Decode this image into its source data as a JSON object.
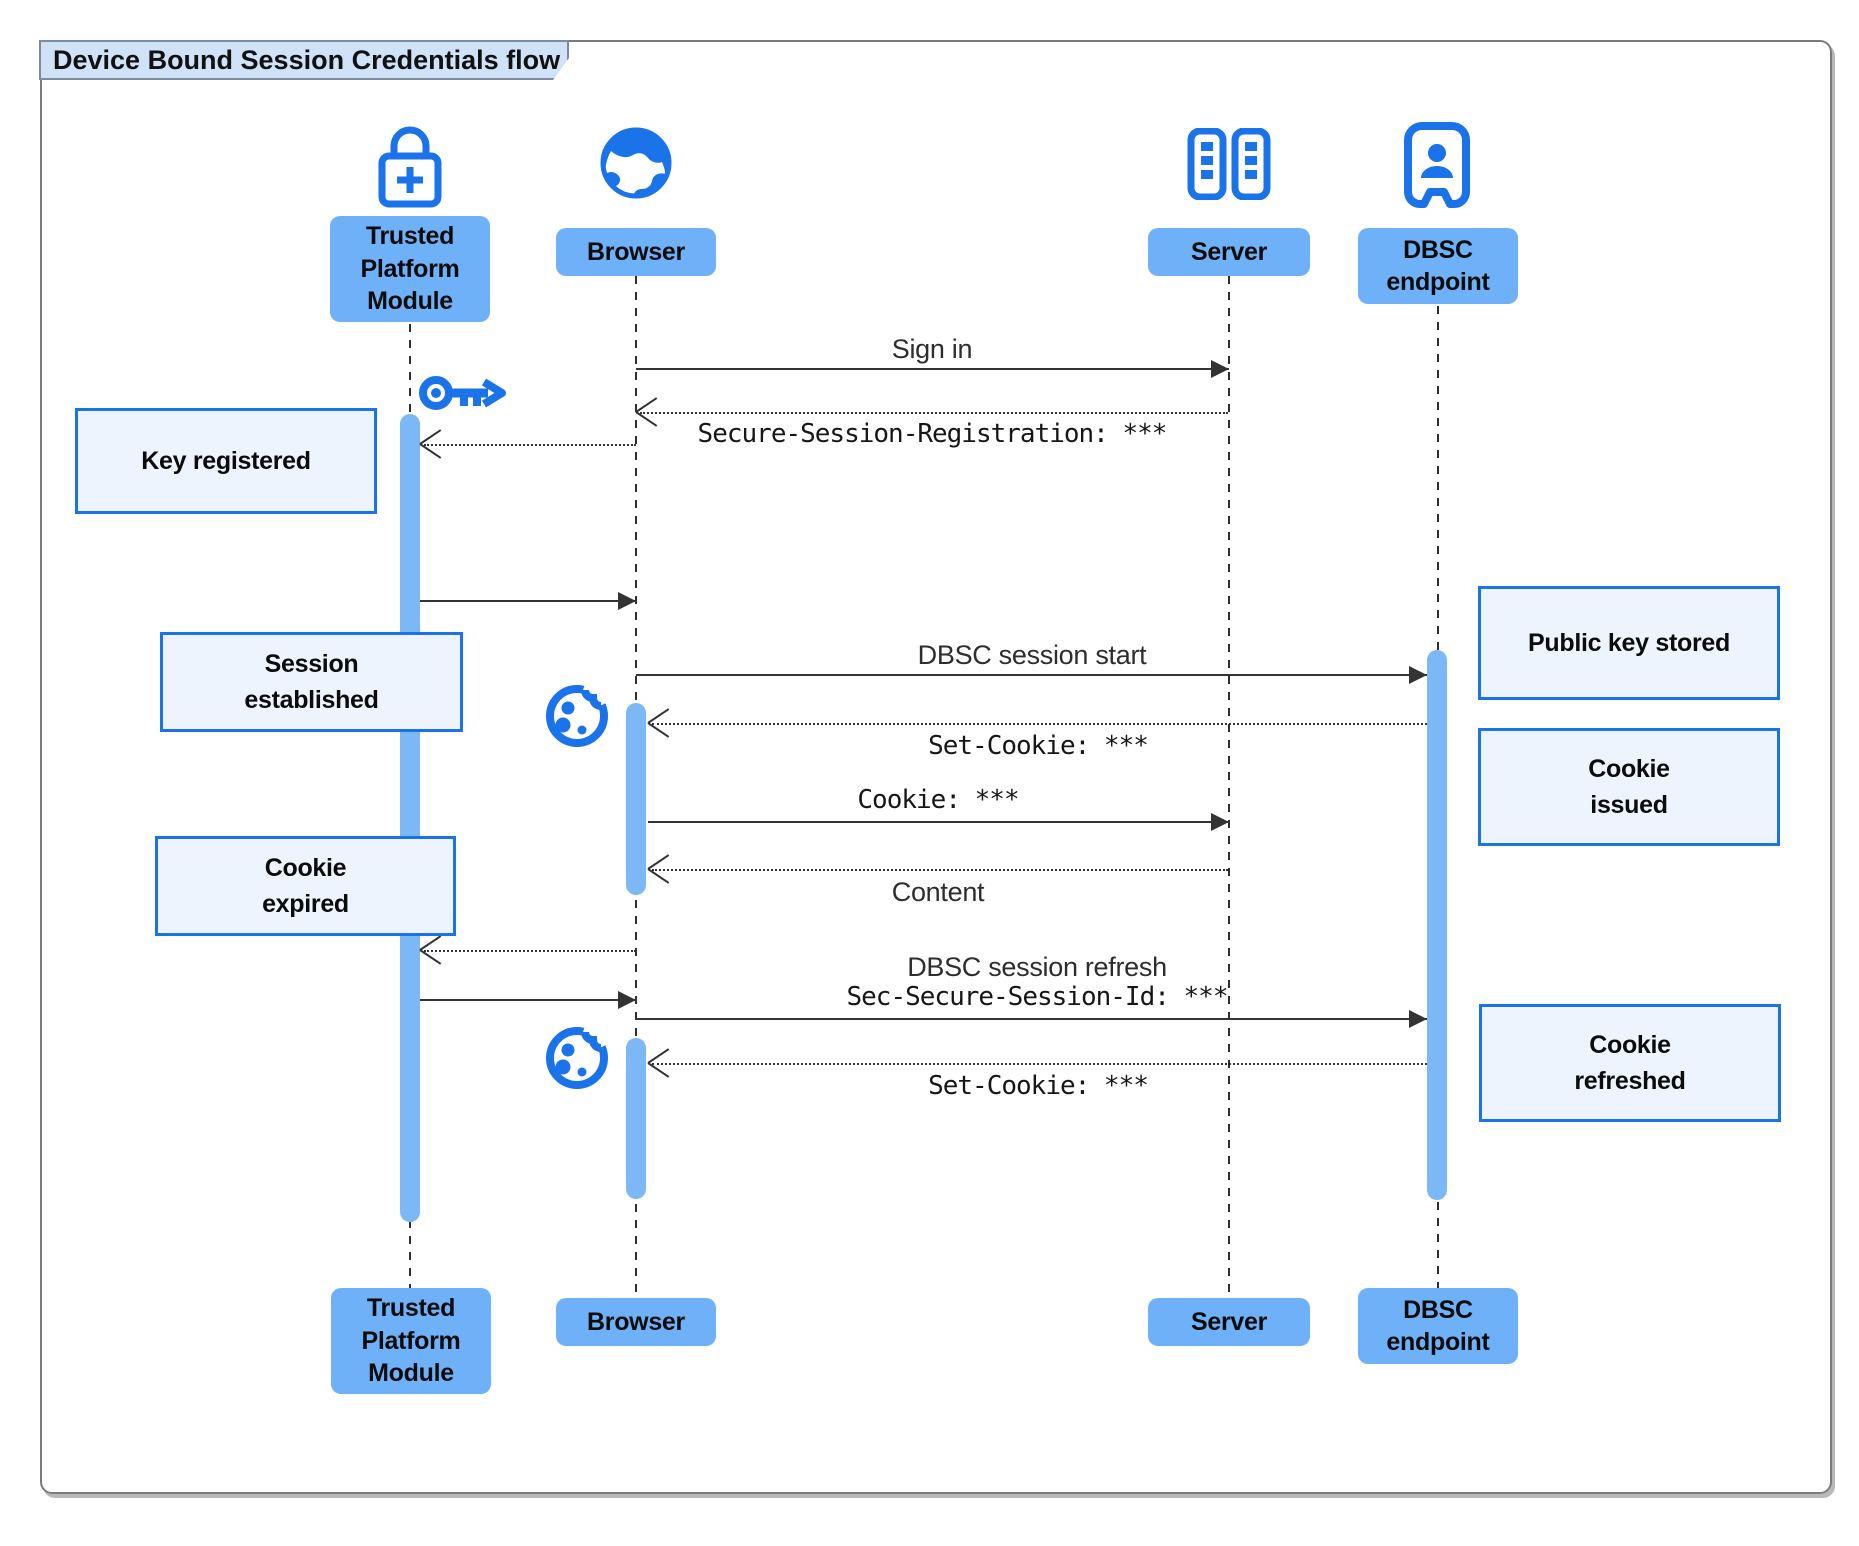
{
  "title": "Device Bound Session Credentials flow",
  "diagram_type": "sequence",
  "colors": {
    "icon_blue": "#1a73e8",
    "actor_box_blue": "#6fb1f8",
    "activation_bar_blue": "#7cb8f6",
    "note_fill": "#edf4fd",
    "note_border": "#1a73e8",
    "title_tab_fill": "#cfe2f8",
    "line_color": "#333333",
    "frame_border": "#7b7b7b"
  },
  "actors": [
    {
      "id": "tpm",
      "label": "Trusted\nPlatform\nModule",
      "name": "Trusted Platform Module",
      "icon": "lock-plus-icon"
    },
    {
      "id": "browser",
      "label": "Browser",
      "name": "Browser",
      "icon": "globe-icon"
    },
    {
      "id": "server",
      "label": "Server",
      "name": "Server",
      "icon": "server-racks-icon"
    },
    {
      "id": "dbsc",
      "label": "DBSC\nendpoint",
      "name": "DBSC endpoint",
      "icon": "badge-person-icon"
    }
  ],
  "messages": [
    {
      "from": "Browser",
      "to": "Server",
      "style": "solid",
      "label": "Sign in"
    },
    {
      "from": "Server",
      "to": "Browser",
      "style": "dotted",
      "label": "Secure-Session-Registration: ***",
      "mono": true
    },
    {
      "from": "Browser",
      "to": "Trusted Platform Module",
      "style": "dotted",
      "label": ""
    },
    {
      "from": "Trusted Platform Module",
      "to": "Browser",
      "style": "solid",
      "label": ""
    },
    {
      "from": "Browser",
      "to": "DBSC endpoint",
      "style": "solid",
      "label": "DBSC session start"
    },
    {
      "from": "DBSC endpoint",
      "to": "Browser",
      "style": "dotted",
      "label": "Set-Cookie: ***",
      "mono": true
    },
    {
      "from": "Browser",
      "to": "Server",
      "style": "solid",
      "label": "Cookie: ***",
      "mono": true
    },
    {
      "from": "Server",
      "to": "Browser",
      "style": "dotted",
      "label": "Content"
    },
    {
      "from": "Browser",
      "to": "Trusted Platform Module",
      "style": "dotted",
      "label": ""
    },
    {
      "from": "Trusted Platform Module",
      "to": "Browser",
      "style": "solid",
      "label": ""
    },
    {
      "from": "Browser",
      "to": "DBSC endpoint",
      "style": "solid",
      "label": "DBSC session refresh",
      "label2": "Sec-Secure-Session-Id: ***",
      "label2_mono": true
    },
    {
      "from": "DBSC endpoint",
      "to": "Browser",
      "style": "dotted",
      "label": "Set-Cookie: ***",
      "mono": true
    }
  ],
  "notes": [
    {
      "text": "Key registered",
      "position": "left of Trusted Platform Module"
    },
    {
      "text": "Session\nestablished",
      "position": "over Trusted Platform Module"
    },
    {
      "text": "Cookie\nexpired",
      "position": "over Trusted Platform Module"
    },
    {
      "text": "Public key stored",
      "position": "right of DBSC endpoint"
    },
    {
      "text": "Cookie\nissued",
      "position": "right of DBSC endpoint"
    },
    {
      "text": "Cookie\nrefreshed",
      "position": "right of DBSC endpoint"
    }
  ],
  "decorations": [
    {
      "icon": "key-icon",
      "position": "at Trusted Platform Module key registration"
    },
    {
      "icon": "cookie-icon",
      "position": "at Browser when cookie issued"
    },
    {
      "icon": "cookie-icon",
      "position": "at Browser when cookie refreshed"
    }
  ]
}
